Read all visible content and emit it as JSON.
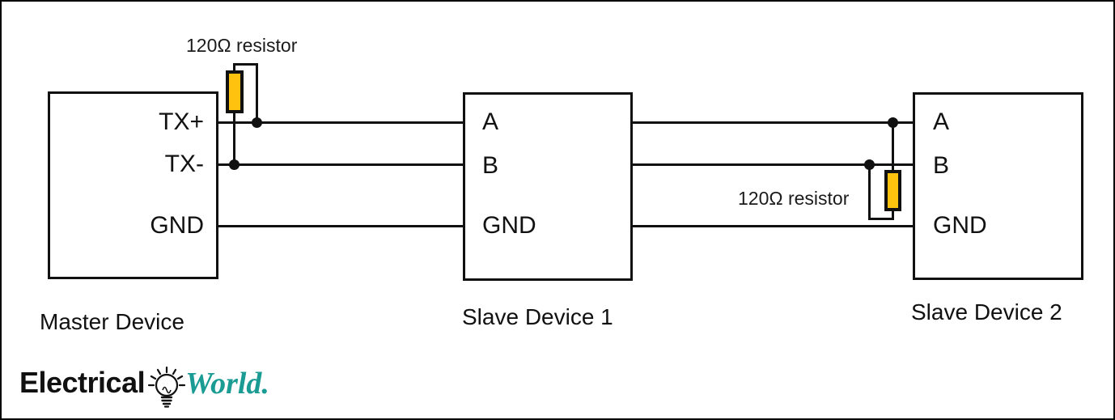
{
  "diagram": {
    "top_resistor_label": "120Ω resistor",
    "right_resistor_label": "120Ω resistor",
    "master": {
      "name": "Master Device",
      "pins": [
        "TX+",
        "TX-",
        "GND"
      ]
    },
    "slave1": {
      "name": "Slave Device 1",
      "pins": [
        "A",
        "B",
        "GND"
      ]
    },
    "slave2": {
      "name": "Slave Device 2",
      "pins": [
        "A",
        "B",
        "GND"
      ]
    },
    "colors": {
      "wire": "#111111",
      "resistor_fill": "#FFC20E",
      "logo_accent": "#1A9C94"
    }
  },
  "logo": {
    "primary": "Electrical",
    "secondary": "World.",
    "icon": "light-bulb-icon"
  }
}
